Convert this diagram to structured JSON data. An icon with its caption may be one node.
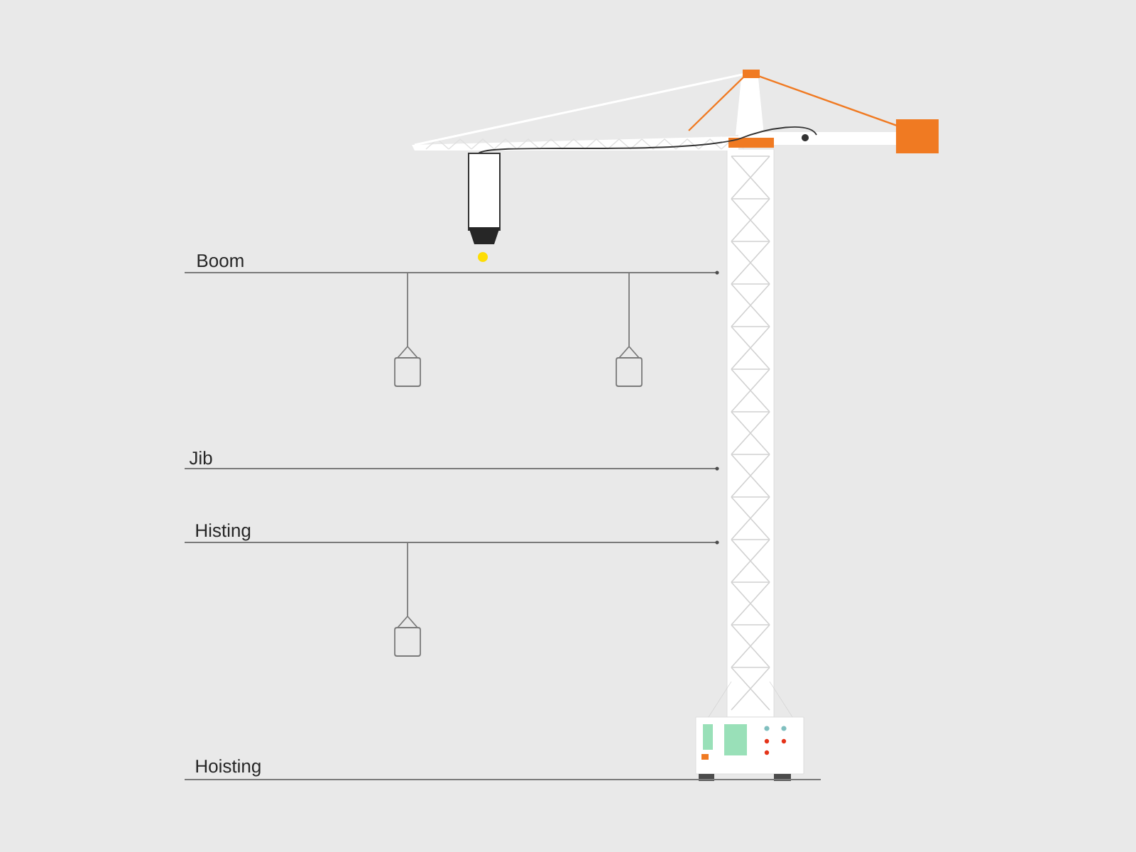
{
  "diagram": {
    "labels": [
      "Boom",
      "Jib",
      "Histing",
      "Hoisting"
    ]
  }
}
